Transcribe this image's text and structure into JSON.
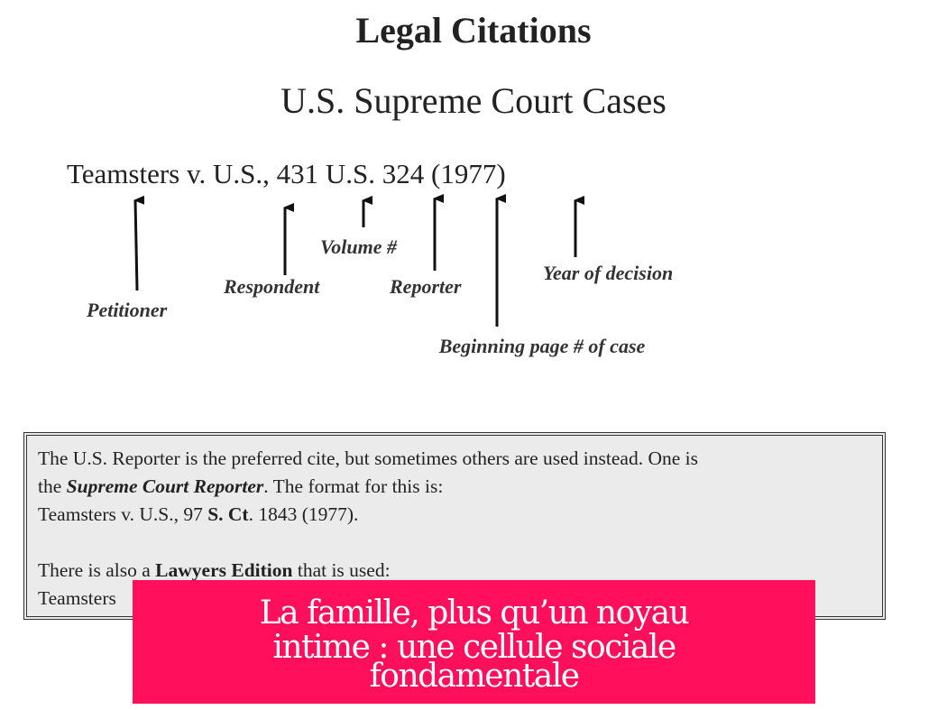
{
  "header": {
    "title": "Legal Citations",
    "subtitle": "U.S. Supreme Court Cases"
  },
  "citation": {
    "petitioner": "Teamsters",
    "versus": " v. ",
    "respondent": "U.S.,",
    "volume": " 431",
    "reporter": " U.S.",
    "page": " 324",
    "year": " (1977)"
  },
  "labels": {
    "petitioner": "Petitioner",
    "respondent": "Respondent",
    "volume": "Volume #",
    "reporter": "Reporter",
    "year": "Year of decision",
    "page": "Beginning page # of case"
  },
  "infobox": {
    "line1": "The U.S. Reporter is the preferred cite, but sometimes others are used instead.  One is",
    "line2_pre": "the ",
    "line2_bold": "Supreme Court Reporter",
    "line2_post": ".  The format for this is:",
    "line3_pre": "Teamsters v. U.S., 97 ",
    "line3_bold": "S. Ct",
    "line3_post": ". 1843 (1977).",
    "line4_pre": "There is also a ",
    "line4_bold": "Lawyers Edition",
    "line4_post": " that is used:",
    "line5": "Teamsters"
  },
  "banner": {
    "line1": "La famille, plus qu’un noyau",
    "line2": "intime : une cellule sociale",
    "line3": "fondamentale"
  },
  "colors": {
    "banner_bg": "#ff0f5c",
    "box_bg": "#ebebeb"
  }
}
